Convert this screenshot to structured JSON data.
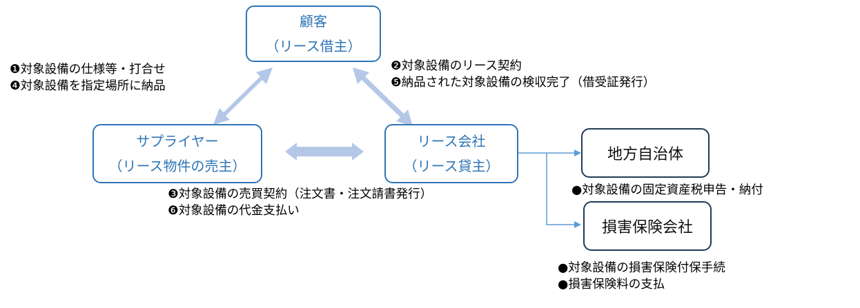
{
  "colors": {
    "primary_border": "#2e75b6",
    "primary_text": "#2e75b6",
    "secondary_border": "#203a55",
    "big_arrow": "#b4c7e7",
    "thin_arrow": "#5b9bd5"
  },
  "nodes": {
    "customer": {
      "line1": "顧客",
      "line2": "（リース借主）"
    },
    "supplier": {
      "line1": "サプライヤー",
      "line2": "（リース物件の売主）"
    },
    "lessor": {
      "line1": "リース会社",
      "line2": "（リース貸主）"
    },
    "local_gov": {
      "line1": "地方自治体"
    },
    "insurer": {
      "line1": "損害保険会社"
    }
  },
  "annotations": {
    "supplier_customer": [
      "❶対象設備の仕様等・打合せ",
      "❹対象設備を指定場所に納品"
    ],
    "customer_lessor": [
      "❷対象設備のリース契約",
      "❺納品された対象設備の検収完了（借受証発行）"
    ],
    "supplier_lessor": [
      "❸対象設備の売買契約（注文書・注文請書発行）",
      "❻対象設備の代金支払い"
    ],
    "local_gov": [
      "●対象設備の固定資産税申告・納付"
    ],
    "insurer": [
      "●対象設備の損害保険付保手続",
      "●損害保険料の支払"
    ]
  }
}
